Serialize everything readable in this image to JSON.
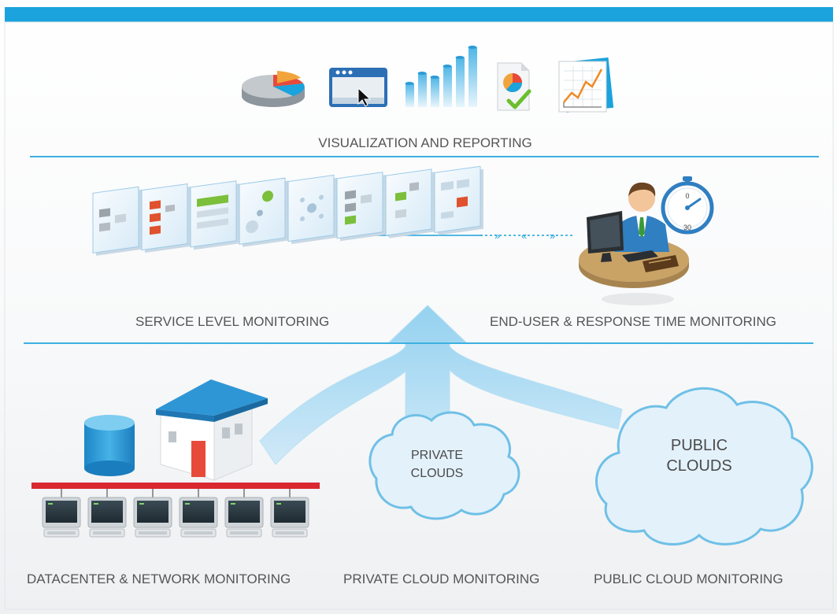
{
  "layers": {
    "visualization": {
      "title": "VISUALIZATION AND REPORTING"
    },
    "service": {
      "service_level_title": "SERVICE LEVEL MONITORING",
      "end_user_title": "END-USER & RESPONSE TIME MONITORING",
      "stopwatch_marks": [
        "0",
        "30"
      ]
    },
    "infrastructure": {
      "datacenter_title": "DATACENTER & NETWORK MONITORING",
      "private_cloud_title": "PRIVATE CLOUD MONITORING",
      "public_cloud_title": "PUBLIC CLOUD MONITORING",
      "private_cloud_lines": [
        "PRIVATE",
        "CLOUDS"
      ],
      "public_cloud_lines": [
        "PUBLIC",
        "CLOUDS"
      ]
    }
  },
  "icons": {
    "visualization": [
      "pie-chart-icon",
      "browser-window-icon",
      "bar-chart-icon",
      "report-document-icon",
      "line-chart-icon"
    ],
    "service_cards": [
      "dashboard-card-icon",
      "dashboard-card-icon",
      "dashboard-card-icon",
      "dashboard-card-icon",
      "dashboard-card-icon",
      "dashboard-card-icon",
      "dashboard-card-icon",
      "dashboard-card-icon"
    ],
    "end_user": [
      "user-at-desk-icon",
      "stopwatch-icon"
    ],
    "datacenter": [
      "database-icon",
      "building-icon",
      "network-bus-icon",
      "computer-terminal-icon"
    ]
  },
  "colors": {
    "accent": "#1aa3dc",
    "divider": "#3cb0e0",
    "cloud_fill": "#e3f1fb",
    "cloud_stroke": "#6fc0e6",
    "bus_red": "#d9282f",
    "card_orange": "#e0512e",
    "card_green": "#7bbf3b",
    "label_text": "#555555"
  }
}
